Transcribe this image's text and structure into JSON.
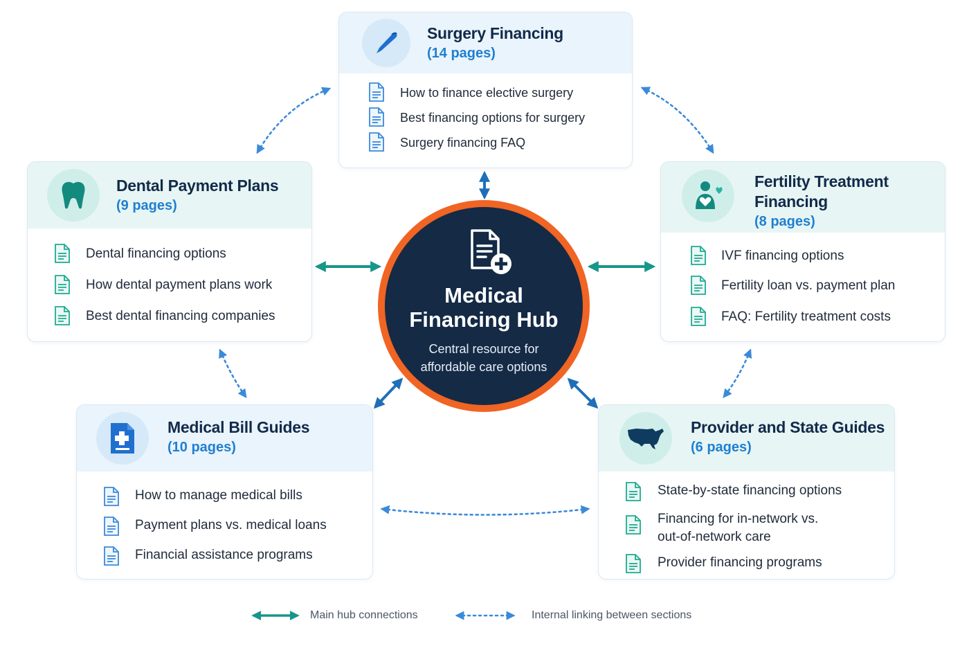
{
  "hub": {
    "title_line1": "Medical",
    "title_line2": "Financing Hub",
    "subtitle_line1": "Central resource for",
    "subtitle_line2": "affordable care options"
  },
  "sections": {
    "surgery": {
      "title": "Surgery Financing",
      "pages": "(14 pages)",
      "icon": "scalpel-icon",
      "items": [
        "How to finance elective surgery",
        "Best financing options for surgery",
        "Surgery financing FAQ"
      ]
    },
    "dental": {
      "title": "Dental Payment Plans",
      "pages": "(9 pages)",
      "icon": "tooth-icon",
      "items": [
        "Dental financing options",
        "How dental payment plans work",
        "Best dental financing companies"
      ]
    },
    "fertility": {
      "title_line1": "Fertility Treatment",
      "title_line2": "Financing",
      "pages": "(8 pages)",
      "icon": "parent-heart-icon",
      "items": [
        "IVF financing options",
        "Fertility loan vs. payment plan",
        "FAQ: Fertility treatment costs"
      ]
    },
    "medical_bill": {
      "title": "Medical Bill Guides",
      "pages": "(10 pages)",
      "icon": "medical-document-icon",
      "items": [
        "How to manage medical bills",
        "Payment plans vs. medical loans",
        "Financial assistance programs"
      ]
    },
    "provider": {
      "title": "Provider and State Guides",
      "pages": "(6 pages)",
      "icon": "usa-map-icon",
      "items": [
        "State-by-state financing options",
        "Financing for in-network vs.",
        "out-of-network care",
        "Provider financing programs"
      ]
    }
  },
  "legend": {
    "main": "Main hub connections",
    "internal": "Internal linking between sections"
  },
  "colors": {
    "hub_ring": "#f06424",
    "hub_core": "#142a45",
    "teal_arrow": "#17968b",
    "blue_arrow": "#1f6fb8",
    "dotted_arrow": "#3b8ad9",
    "title_text": "#122a4a",
    "pages_text": "#1f7fd1"
  }
}
